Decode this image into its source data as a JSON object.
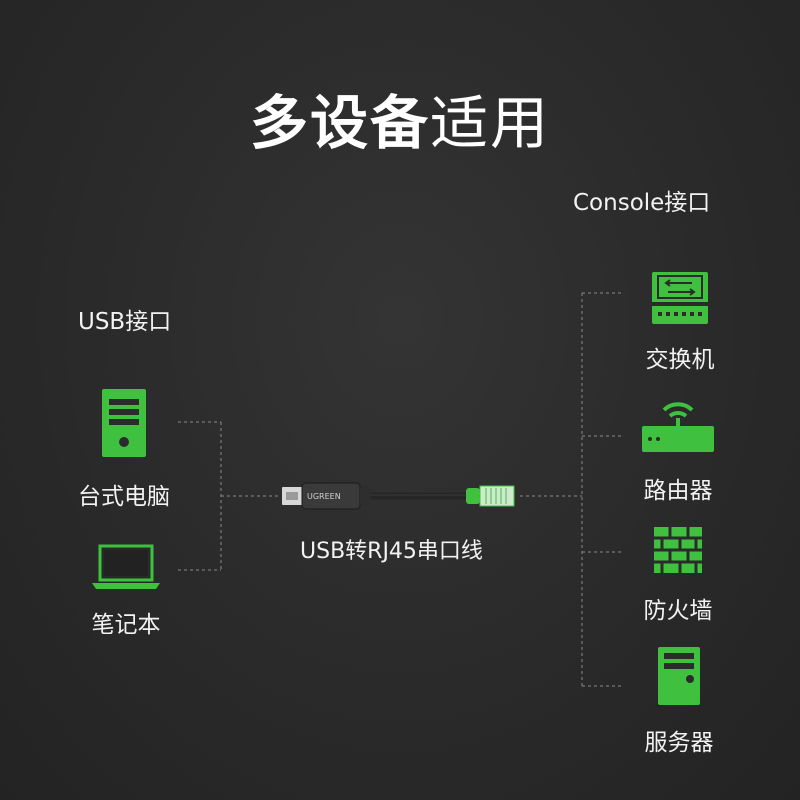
{
  "title": {
    "bold": "多设备",
    "light": "适用"
  },
  "left_section": {
    "label": "USB接口"
  },
  "right_section": {
    "label": "Console接口"
  },
  "cable": {
    "label": "USB转RJ45串口线",
    "brand": "UGREEN"
  },
  "left_devices": [
    {
      "label": "台式电脑",
      "icon": "desktop-tower-icon"
    },
    {
      "label": "笔记本",
      "icon": "laptop-icon"
    }
  ],
  "right_devices": [
    {
      "label": "交换机",
      "icon": "switch-icon"
    },
    {
      "label": "路由器",
      "icon": "router-icon"
    },
    {
      "label": "防火墙",
      "icon": "firewall-icon"
    },
    {
      "label": "服务器",
      "icon": "server-icon"
    }
  ],
  "colors": {
    "accent": "#3fc13f",
    "background": "#2b2b2b",
    "text": "#f2f2f2"
  }
}
